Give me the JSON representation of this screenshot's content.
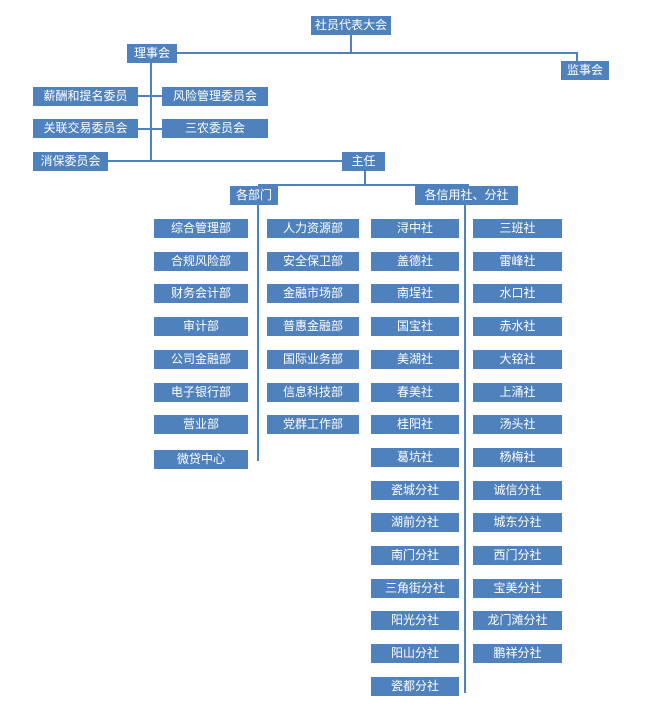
{
  "colors": {
    "box_fill": "#4f81bd",
    "box_text": "#ffffff",
    "connector": "#4f81bd"
  },
  "org_chart": {
    "top": {
      "label": "社员代表大会"
    },
    "board": {
      "label": "理事会"
    },
    "supervisory": {
      "label": "监事会"
    },
    "committees": {
      "salary": "薪酬和提名委员",
      "risk": "风险管理委员会",
      "related": "关联交易委员会",
      "agri": "三农委员会",
      "consumer": "消保委员会"
    },
    "director": {
      "label": "主任"
    },
    "departments": {
      "header": "各部门",
      "left": [
        "综合管理部",
        "合规风险部",
        "财务会计部",
        "审计部",
        "公司金融部",
        "电子银行部",
        "营业部",
        "微贷中心"
      ],
      "right": [
        "人力资源部",
        "安全保卫部",
        "金融市场部",
        "普惠金融部",
        "国际业务部",
        "信息科技部",
        "党群工作部"
      ]
    },
    "branches": {
      "header": "各信用社、分社",
      "left": [
        "浔中社",
        "盖德社",
        "南埕社",
        "国宝社",
        "美湖社",
        "春美社",
        "桂阳社",
        "葛坑社",
        "瓷城分社",
        "湖前分社",
        "南门分社",
        "三角街分社",
        "阳光分社",
        "阳山分社",
        "瓷都分社"
      ],
      "right": [
        "三班社",
        "雷峰社",
        "水口社",
        "赤水社",
        "大铭社",
        "上涌社",
        "汤头社",
        "杨梅社",
        "诚信分社",
        "城东分社",
        "西门分社",
        "宝美分社",
        "龙门滩分社",
        "鹏祥分社"
      ]
    }
  }
}
